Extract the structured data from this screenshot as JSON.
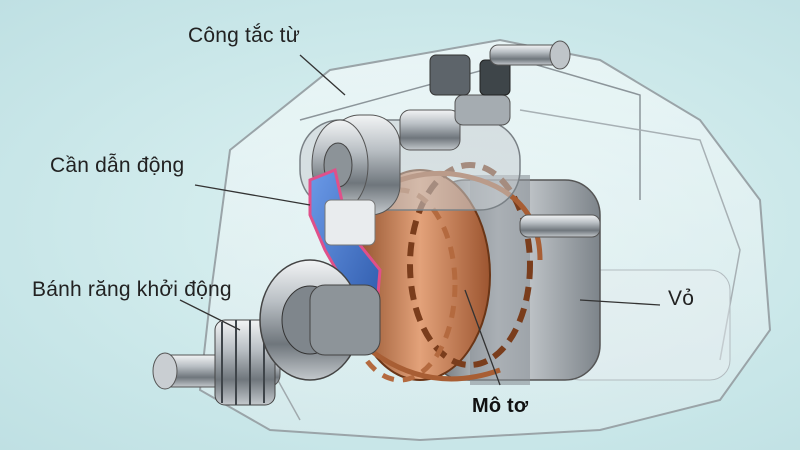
{
  "labels": {
    "switch": "Công tắc từ",
    "drive_lever": "Cần dẫn động",
    "pinion_gear": "Bánh răng khởi động",
    "housing": "Vỏ",
    "motor": "Mô tơ"
  },
  "colors": {
    "background": "#cfe9ea",
    "copper_winding": "#c8784a",
    "drive_lever_blue": "#3f73c9",
    "drive_lever_pink": "#e0508a",
    "metal": "#9aa0a6",
    "leader_line": "#333333"
  }
}
